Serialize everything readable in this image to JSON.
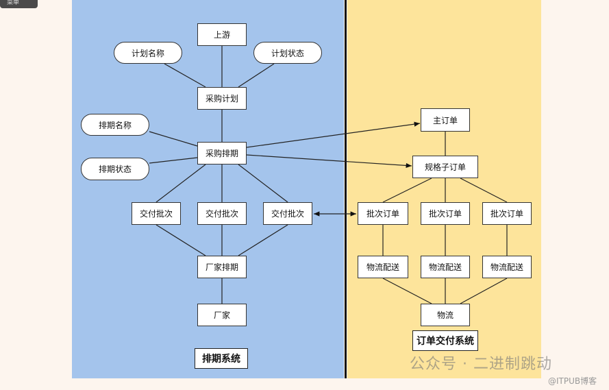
{
  "top_tab": {
    "label": "菜单"
  },
  "scheduling_system": {
    "title": "排期系统",
    "nodes": {
      "upstream": "上游",
      "plan_name": "计划名称",
      "plan_status": "计划状态",
      "purchase_plan": "采购计划",
      "schedule_name": "排期名称",
      "purchase_schedule": "采购排期",
      "schedule_status": "排期状态",
      "delivery_batch": [
        "交付批次",
        "交付批次",
        "交付批次"
      ],
      "factory_schedule": "厂家排期",
      "factory": "厂家"
    }
  },
  "order_system": {
    "title": "订单交付系统",
    "nodes": {
      "main_order": "主订单",
      "spec_sub_order": "规格子订单",
      "batch_order": [
        "批次订单",
        "批次订单",
        "批次订单"
      ],
      "logistics_delivery": [
        "物流配送",
        "物流配送",
        "物流配送"
      ],
      "logistics": "物流"
    }
  },
  "watermark": {
    "text": "公众号 · 二进制跳动",
    "source": "@ITPUB博客"
  },
  "colors": {
    "left_panel": "#a4c4ec",
    "right_panel": "#fde49b",
    "background": "#fdf5ee"
  }
}
